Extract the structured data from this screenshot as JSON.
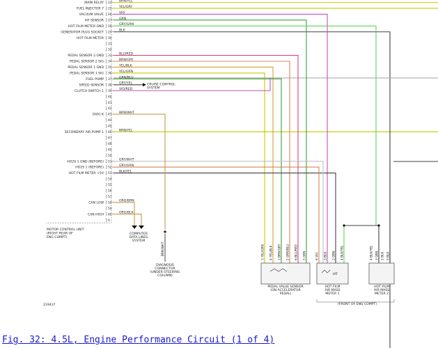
{
  "caption": "Fig. 32: 4.5L, Engine Performance Circuit (1 of 4)",
  "figure_id": "219437",
  "ecm": {
    "title_lines": [
      "MOTOR CONTROL UNIT",
      "(RIGHT REAR OF",
      "ENG COMPT)"
    ],
    "pins": [
      {
        "num": "24",
        "label": "MAIN RELAY",
        "wire": "BRN/YEL",
        "color": "#c8c800"
      },
      {
        "num": "25",
        "label": "FUEL INJECTOR 7",
        "wire": "YEL/GRY",
        "color": "#c8c800"
      },
      {
        "num": "26",
        "label": "VACUUM VALVE",
        "wire": "VIO",
        "color": "#c050c0"
      },
      {
        "num": "27",
        "label": "IAT SENSOR",
        "wire": "GRN",
        "color": "#3aa03a"
      },
      {
        "num": "28",
        "label": "HOT FILM METER GND",
        "wire": "GRY/GRN",
        "color": "#58d858"
      },
      {
        "num": "29",
        "label": "GENERATOR PLUG SOCKET",
        "wire": "BLK",
        "color": "#404040"
      },
      {
        "num": "30",
        "label": "HOT FILM METER",
        "wire": "",
        "color": ""
      },
      {
        "num": "31",
        "label": "",
        "wire": "",
        "color": ""
      },
      {
        "num": "32",
        "label": "",
        "wire": "",
        "color": ""
      },
      {
        "num": "33",
        "label": "PEDAL SENSOR 2 GND",
        "wire": "BLU/RED",
        "color": "#e04080"
      },
      {
        "num": "34",
        "label": "PEDAL SENSOR 2 SIG",
        "wire": "BRN/GRY",
        "color": "#d08850"
      },
      {
        "num": "35",
        "label": "PEDAL SENSOR 1 GND",
        "wire": "YEL/BLK",
        "color": "#d8a030"
      },
      {
        "num": "36",
        "label": "PEDAL SENSOR 1 SIG",
        "wire": "YEL/GRN",
        "color": "#c8c800"
      },
      {
        "num": "37",
        "label": "FUEL PUMP",
        "wire": "GRN/BLU",
        "color": "#3aa03a"
      },
      {
        "num": "38",
        "label": "SPEED SENSOR",
        "wire": "GRY/YEL",
        "color": "#404040"
      },
      {
        "num": "39",
        "label": "CLUTCH SWITCH 1",
        "wire": "VIO/RED",
        "color": "#c050c0"
      },
      {
        "num": "40",
        "label": "",
        "wire": "",
        "color": ""
      },
      {
        "num": "41",
        "label": "",
        "wire": "",
        "color": ""
      },
      {
        "num": "42",
        "label": "",
        "wire": "",
        "color": ""
      },
      {
        "num": "43",
        "label": "DIAG K",
        "wire": "BRN/WHT",
        "color": "#c89848"
      },
      {
        "num": "44",
        "label": "",
        "wire": "",
        "color": ""
      },
      {
        "num": "45",
        "label": "",
        "wire": "",
        "color": ""
      },
      {
        "num": "46",
        "label": "SECONDARY AIR PUMP 1",
        "wire": "BRN/YEL",
        "color": "#c8c800"
      },
      {
        "num": "47",
        "label": "",
        "wire": "",
        "color": ""
      },
      {
        "num": "48",
        "label": "",
        "wire": "",
        "color": ""
      },
      {
        "num": "49",
        "label": "",
        "wire": "",
        "color": ""
      },
      {
        "num": "50",
        "label": "",
        "wire": "",
        "color": ""
      },
      {
        "num": "51",
        "label": "HO2S 1 GND (BEFORE)",
        "wire": "GRY/WHT",
        "color": "#c0c0c0"
      },
      {
        "num": "52",
        "label": "HO2S 1 (BEFORE)",
        "wire": "GRY/GRN",
        "color": "#d08850"
      },
      {
        "num": "53",
        "label": "HOT FILM METER +5V",
        "wire": "BLK/YEL",
        "color": "#404040"
      },
      {
        "num": "54",
        "label": "",
        "wire": "",
        "color": ""
      },
      {
        "num": "55",
        "label": "",
        "wire": "",
        "color": ""
      },
      {
        "num": "56",
        "label": "",
        "wire": "",
        "color": ""
      },
      {
        "num": "57",
        "label": "",
        "wire": "",
        "color": ""
      },
      {
        "num": "58",
        "label": "CAN LOW",
        "wire": "ORG/BRN",
        "color": "#c89848"
      },
      {
        "num": "59",
        "label": "",
        "wire": "",
        "color": ""
      },
      {
        "num": "60",
        "label": "CAN HIGH",
        "wire": "ORG/BLK",
        "color": "#c89848"
      },
      {
        "num": "A",
        "label": "",
        "wire": "",
        "color": ""
      }
    ]
  },
  "annotations": {
    "cruise_control": [
      "CRUISE CONTROL",
      "SYSTEM"
    ],
    "computer_data_lines": [
      "COMPUTER",
      "DATA LINES",
      "SYSTEM"
    ],
    "diag_connector": [
      "DIAGNOSIS",
      "CONNECTOR",
      "(UNDER STEERING",
      "COLUMN)"
    ],
    "diag_wire": "BRN/WHT",
    "pedal_sensor": [
      "PEDAL VALUE SENSOR",
      "(ON ACCELERATOR",
      "PEDAL)"
    ],
    "hfm1": [
      "HOT FILM",
      "AIR MASS",
      "METER 1"
    ],
    "hfm2": [
      "HOT FILM",
      "AIR MASS",
      "METER 2"
    ],
    "iat": "IAT",
    "front_of_eng": "(FRONT OF ENG COMPT)"
  },
  "pedal_wires": [
    {
      "pin": "3",
      "wire": "YEL/GRN",
      "color": "#c8c800"
    },
    {
      "pin": "4",
      "wire": "YEL/BLK",
      "color": "#d8a030"
    },
    {
      "pin": "1",
      "wire": "BRN/GRY",
      "color": "#d08850"
    },
    {
      "pin": "2",
      "wire": "GRN/BLU",
      "color": "#3aa03a"
    },
    {
      "pin": "6",
      "wire": "BLU/RED",
      "color": "#e04080"
    },
    {
      "pin": "5",
      "wire": "GRN",
      "color": "#3aa03a"
    }
  ],
  "hfm1_wires": [
    {
      "pin": "6",
      "wire": "VIO",
      "color": "#c050c0"
    },
    {
      "pin": "3",
      "wire": "BLK",
      "color": "#404040"
    },
    {
      "pin": "2",
      "wire": "GRN",
      "color": "#3aa03a"
    },
    {
      "pin": "4",
      "wire": "BLK/YEL",
      "color": "#404040"
    }
  ],
  "hfm2_wires": [
    {
      "pin": "4",
      "wire": "BLK/YEL",
      "color": "#404040"
    },
    {
      "pin": "3",
      "wire": "GRN",
      "color": "#3aa03a"
    },
    {
      "pin": "2",
      "wire": "BLK",
      "color": "#404040"
    },
    {
      "pin": "5",
      "wire": "BLK",
      "color": "#404040"
    }
  ]
}
